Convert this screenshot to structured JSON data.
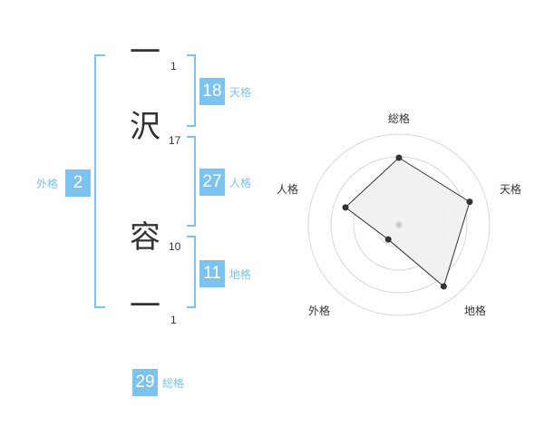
{
  "name": {
    "characters": [
      {
        "char": "一",
        "strokes": "1"
      },
      {
        "char": "沢",
        "strokes": "17"
      },
      {
        "char": "容",
        "strokes": "10"
      },
      {
        "char": "一",
        "strokes": "1"
      }
    ]
  },
  "fortunes": {
    "tenkaku": {
      "value": "18",
      "label": "天格"
    },
    "jinkaku": {
      "value": "27",
      "label": "人格"
    },
    "chikaku": {
      "value": "11",
      "label": "地格"
    },
    "gaikaku": {
      "value": "2",
      "label": "外格"
    },
    "soukaku": {
      "value": "29",
      "label": "総格"
    }
  },
  "chart_data": {
    "type": "radar",
    "axes": [
      "総格",
      "天格",
      "地格",
      "外格",
      "人格"
    ],
    "values": [
      0.74,
      0.82,
      0.84,
      0.2,
      0.62
    ],
    "rings": 4,
    "grid": true,
    "fill_color": "#f0f0f0",
    "line_color": "#333333"
  }
}
